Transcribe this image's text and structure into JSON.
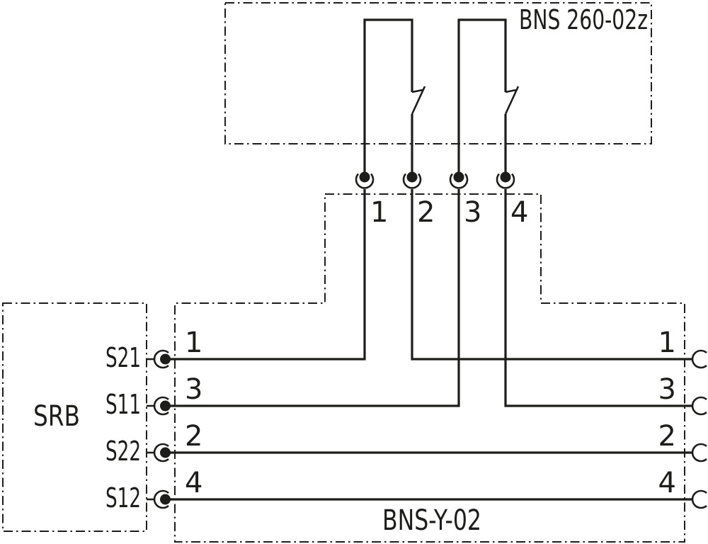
{
  "top_module": {
    "label": "BNS 260-02z"
  },
  "connector_module": {
    "label": "BNS-Y-02",
    "pin_numbers": [
      "1",
      "2",
      "3",
      "4"
    ]
  },
  "srb_module": {
    "label": "SRB"
  },
  "wires": [
    {
      "terminal": "S21",
      "left_number": "1",
      "right_number": "1"
    },
    {
      "terminal": "S11",
      "left_number": "3",
      "right_number": "3"
    },
    {
      "terminal": "S22",
      "left_number": "2",
      "right_number": "2"
    },
    {
      "terminal": "S12",
      "left_number": "4",
      "right_number": "4"
    }
  ],
  "colors": {
    "line": "#1d1d1b",
    "background": "#ffffff"
  }
}
